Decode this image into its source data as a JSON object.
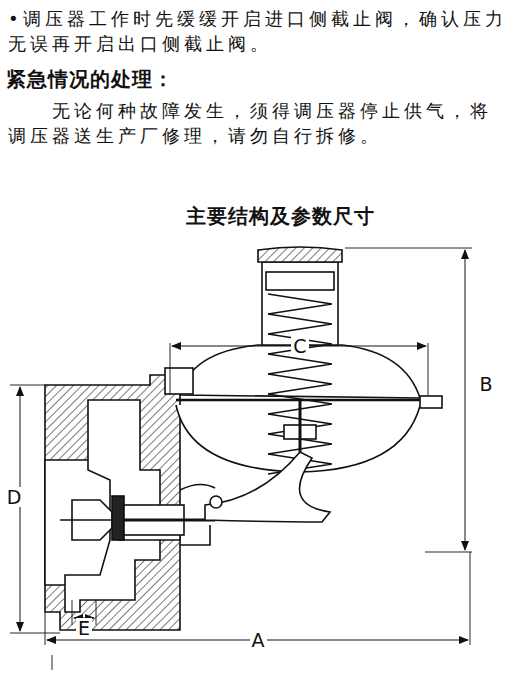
{
  "diagram": {
    "title": "主要结构及参数尺寸",
    "labels": [
      "•调压器工作时先缓缓开启进口侧截止阀，确认压力无误再开启出口侧截止阀。",
      "紧急情况的处理：",
      "无论何种故障发生，须得调压器停止供气，将调压器送生产厂修理，请勿自行拆修。",
      "C",
      "B",
      "D",
      "E",
      "A"
    ]
  }
}
